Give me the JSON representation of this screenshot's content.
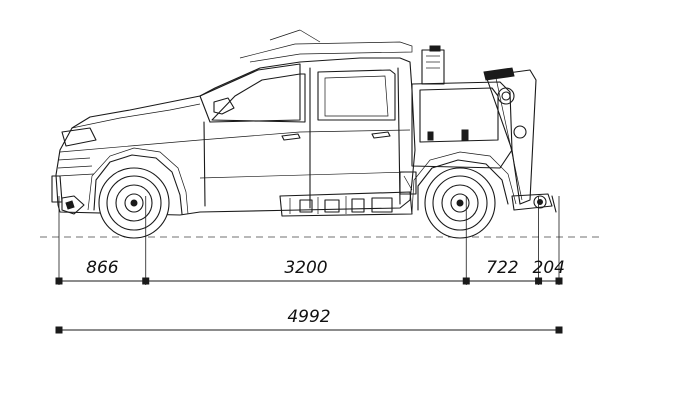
{
  "figure": {
    "subject": "pickup-tow-truck-side-view"
  },
  "dimensions": {
    "segments": [
      {
        "label": "866",
        "value": 866
      },
      {
        "label": "3200",
        "value": 3200
      },
      {
        "label": "722",
        "value": 722
      },
      {
        "label": "204",
        "value": 204
      }
    ],
    "overall": {
      "label": "4992",
      "value": 4992
    }
  },
  "colors": {
    "ink": "#1a1a1a",
    "background": "#ffffff"
  }
}
